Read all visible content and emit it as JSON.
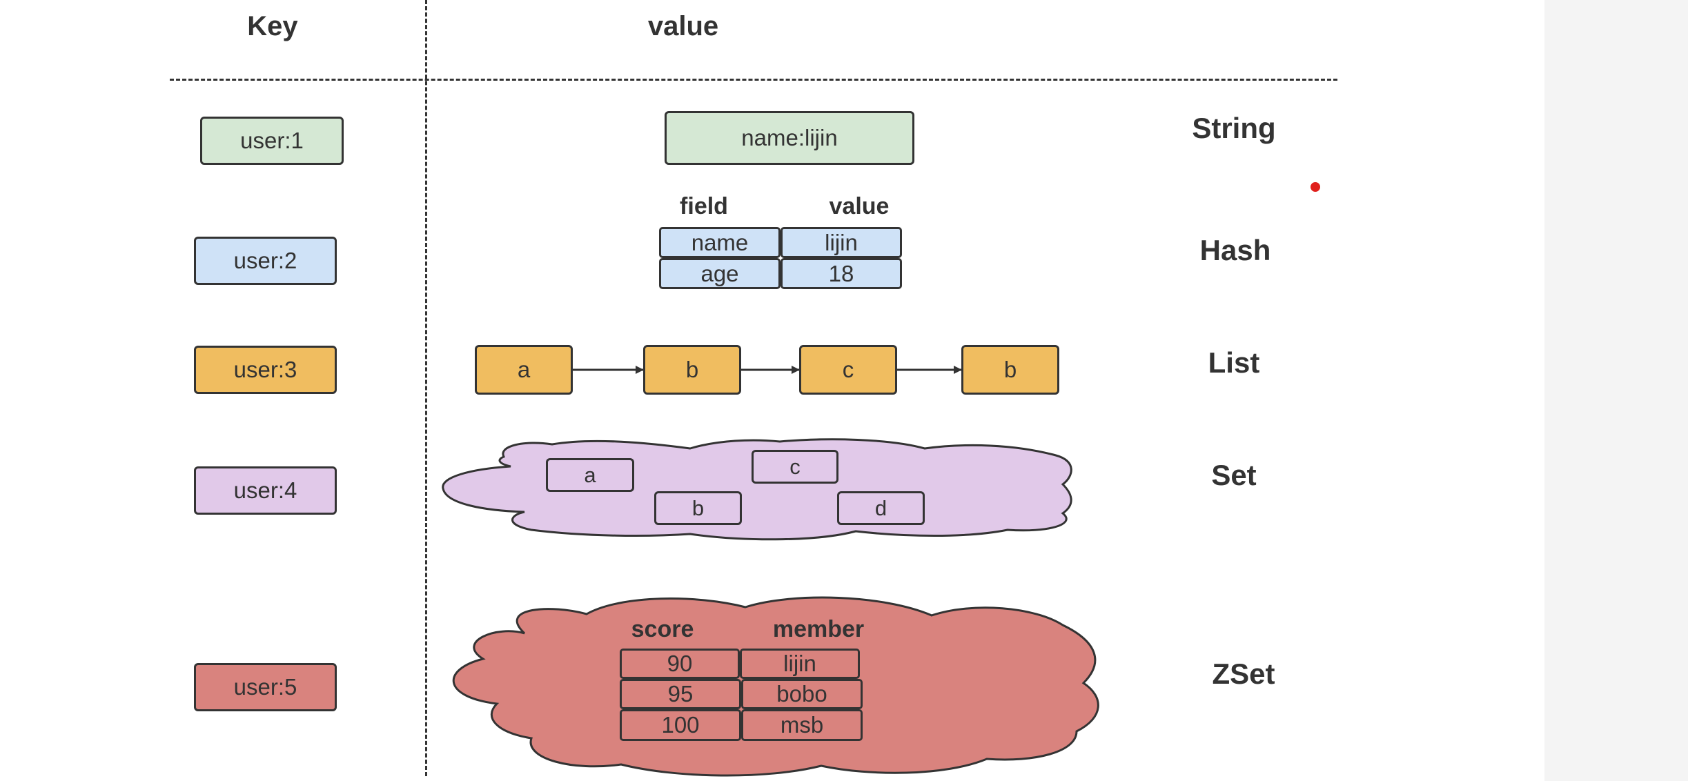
{
  "headers": {
    "key": "Key",
    "value": "value"
  },
  "colors": {
    "string": "#d5e8d4",
    "hash": "#cfe2f7",
    "list": "#f0bd60",
    "set": "#e1c9e9",
    "zset": "#d9837e",
    "stroke": "#333333",
    "marker": "#e0201c"
  },
  "rows": {
    "string": {
      "key": "user:1",
      "type": "String",
      "value": "name:lijin"
    },
    "hash": {
      "key": "user:2",
      "type": "Hash",
      "col_field": "field",
      "col_value": "value",
      "entries": [
        {
          "field": "name",
          "value": "lijin"
        },
        {
          "field": "age",
          "value": "18"
        }
      ]
    },
    "list": {
      "key": "user:3",
      "type": "List",
      "items": [
        "a",
        "b",
        "c",
        "b"
      ]
    },
    "set": {
      "key": "user:4",
      "type": "Set",
      "members": [
        "a",
        "c",
        "b",
        "d"
      ]
    },
    "zset": {
      "key": "user:5",
      "type": "ZSet",
      "col_score": "score",
      "col_member": "member",
      "entries": [
        {
          "score": "90",
          "member": "lijin"
        },
        {
          "score": "95",
          "member": "bobo"
        },
        {
          "score": "100",
          "member": "msb"
        }
      ]
    }
  }
}
